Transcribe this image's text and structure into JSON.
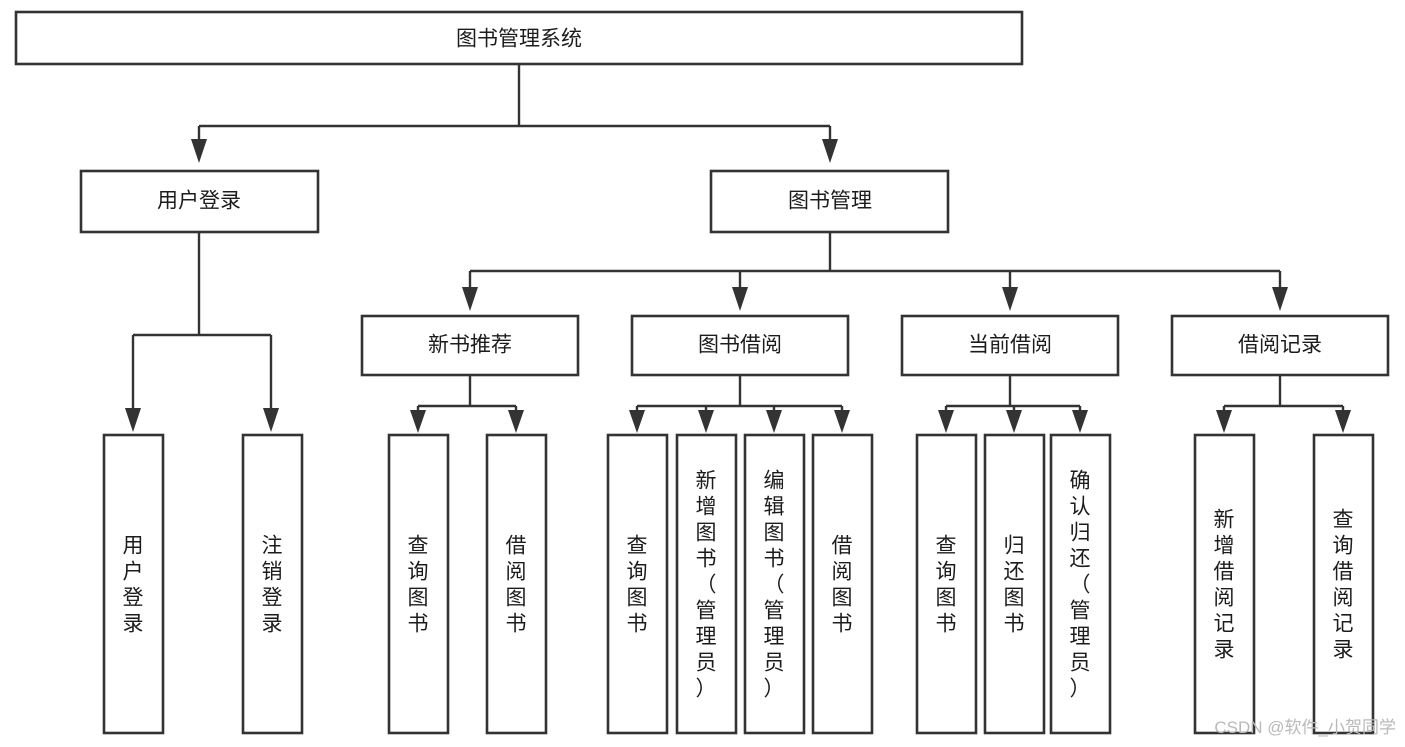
{
  "diagram": {
    "title": "图书管理系统",
    "type": "functional-structure-tree",
    "root": {
      "id": "root",
      "label": "图书管理系统"
    },
    "level2": [
      {
        "id": "user-login",
        "label": "用户登录"
      },
      {
        "id": "book-manage",
        "label": "图书管理"
      }
    ],
    "level3": [
      {
        "id": "new-book-recommend",
        "label": "新书推荐",
        "parent": "book-manage"
      },
      {
        "id": "book-borrow",
        "label": "图书借阅",
        "parent": "book-manage"
      },
      {
        "id": "current-borrow",
        "label": "当前借阅",
        "parent": "book-manage"
      },
      {
        "id": "borrow-record",
        "label": "借阅记录",
        "parent": "book-manage"
      }
    ],
    "leaves": [
      {
        "id": "leaf-user-login",
        "label": "用户登录",
        "parent": "user-login"
      },
      {
        "id": "leaf-logout-login",
        "label": "注销登录",
        "parent": "user-login"
      },
      {
        "id": "leaf-query-book-1",
        "label": "查询图书",
        "parent": "new-book-recommend"
      },
      {
        "id": "leaf-borrow-book-1",
        "label": "借阅图书",
        "parent": "new-book-recommend"
      },
      {
        "id": "leaf-query-book-2",
        "label": "查询图书",
        "parent": "book-borrow"
      },
      {
        "id": "leaf-add-book",
        "label": "新增图书（管理员）",
        "parent": "book-borrow"
      },
      {
        "id": "leaf-edit-book",
        "label": "编辑图书（管理员）",
        "parent": "book-borrow"
      },
      {
        "id": "leaf-borrow-book-2",
        "label": "借阅图书",
        "parent": "book-borrow"
      },
      {
        "id": "leaf-query-book-3",
        "label": "查询图书",
        "parent": "current-borrow"
      },
      {
        "id": "leaf-return-book",
        "label": "归还图书",
        "parent": "current-borrow"
      },
      {
        "id": "leaf-confirm-return",
        "label": "确认归还（管理员）",
        "parent": "current-borrow"
      },
      {
        "id": "leaf-add-record",
        "label": "新增借阅记录",
        "parent": "borrow-record"
      },
      {
        "id": "leaf-query-record",
        "label": "查询借阅记录",
        "parent": "borrow-record"
      }
    ]
  },
  "watermark": {
    "text": "CSDN @软件_小贺同学"
  },
  "colors": {
    "background": "#ffffff",
    "box_fill": "#ffffff",
    "box_stroke": "#333333",
    "connector": "#333333",
    "text": "#1c1c1c",
    "watermark": "#b9b9b9"
  }
}
